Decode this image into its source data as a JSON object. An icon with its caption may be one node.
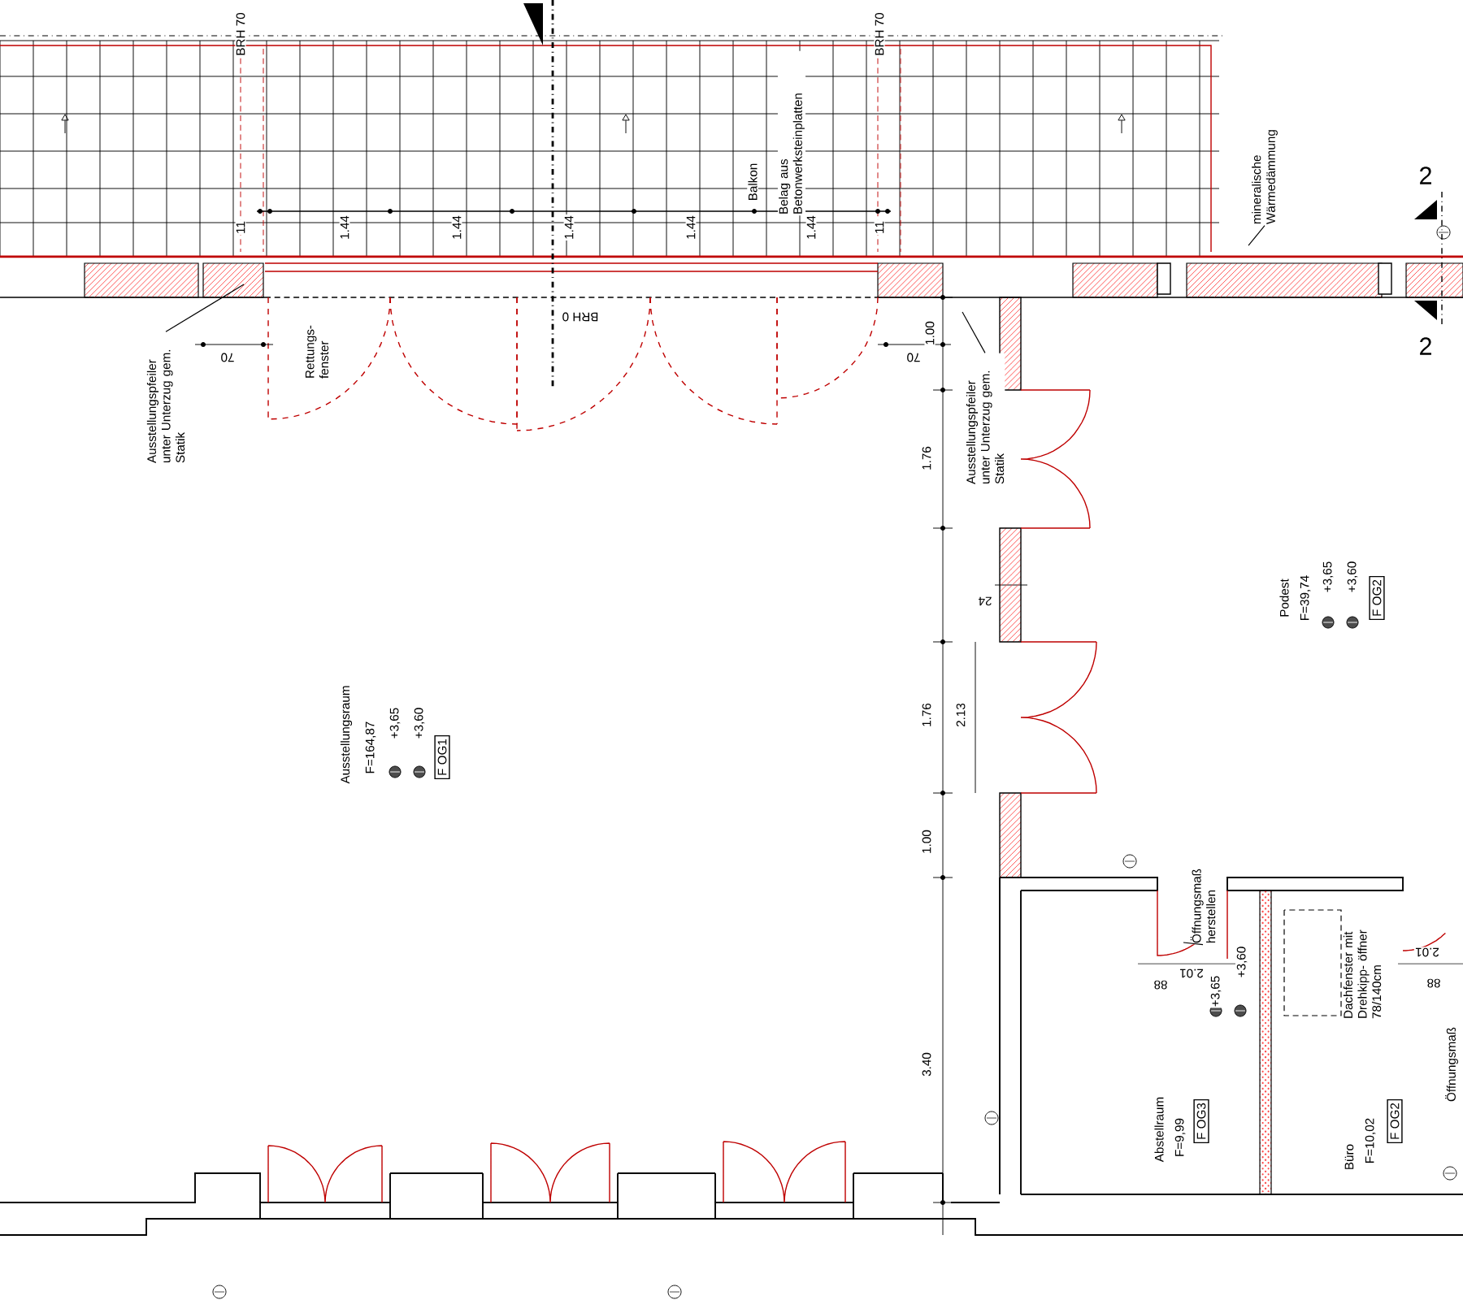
{
  "diagram": {
    "nodes": [
      {
        "text": [
          "F OG1"
        ]
      },
      {
        "text": [
          "F OG2"
        ]
      },
      {
        "text": [
          "F OG3"
        ]
      },
      {
        "text": [
          "F OG2"
        ]
      },
      {
        "text": [
          "Ausstellungspfeiler unter Unterzug gem. Statik"
        ]
      },
      {
        "text": [
          "Ausstellungspfeiler unter Unterzug gem. Statik"
        ]
      },
      {
        "text": [
          "mineralische Wärmedämmung"
        ]
      },
      {
        "text": [
          "Öffnungsmaß herstellen"
        ]
      }
    ],
    "edges": [
      {
        "from": 4,
        "to": null,
        "arrow": "none"
      },
      {
        "from": 5,
        "to": null,
        "arrow": "none"
      },
      {
        "from": 6,
        "to": null,
        "arrow": "none"
      },
      {
        "from": 7,
        "to": null,
        "arrow": "none"
      }
    ],
    "labels": [
      "BRH 70",
      "BRH 70",
      "11",
      "1.44",
      "1.44",
      "1.44",
      "1.44",
      "1.44",
      "11",
      "Balkon",
      "Belag aus Betonwerksteinplatten",
      "2",
      "BRH 0",
      "70",
      "Rettungs- fenster",
      "70",
      "1.00",
      "1.76",
      "2",
      "24",
      "Podest",
      "F=39,74",
      "+3,65",
      "+3,60",
      "Ausstellungsraum",
      "F=164,87",
      "+3,65",
      "+3,60",
      "1.76",
      "2.13",
      "1.00",
      "2.01",
      "+3,65",
      "+3,60",
      "88",
      "Dachfenster mit Drehkipp- öffner 78/140cm",
      "2.01",
      "88",
      "Öffnungsmaß",
      "3.40",
      "Abstellraum",
      "F=9,99",
      "Büro",
      "F=10,02"
    ]
  }
}
